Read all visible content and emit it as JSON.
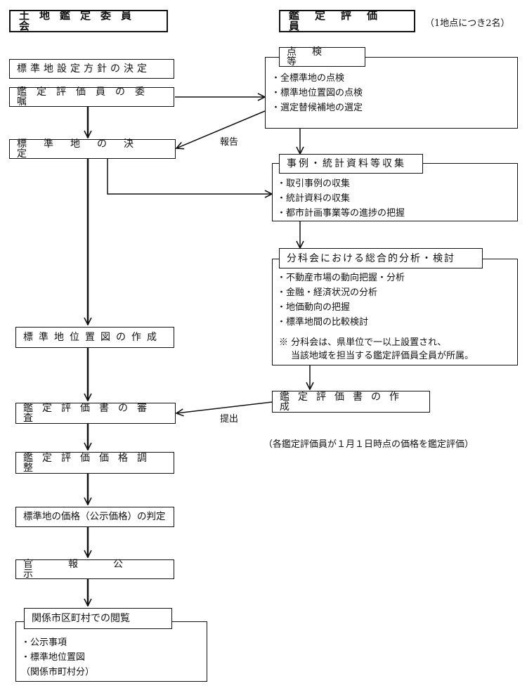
{
  "left_header": "土地鑑定委員会",
  "right_header": "鑑定評価員",
  "right_header_note": "（1地点につき2名）",
  "steps": {
    "policy": "標準地設定方針の決定",
    "commission": "鑑定評価員の委嘱",
    "decision": "標準地の決定",
    "map_creation": "標準地位置図の作成",
    "review": "鑑定評価書の審査",
    "adjustment": "鑑定評価価格調整",
    "judgment": "標準地の価格（公示価格）の判定",
    "gazette": "官報公示",
    "inspection_title": "関係市区町村での閲覧"
  },
  "inspection_items": [
    "・公示事項",
    "・標準地位置図",
    "（関係市町村分）"
  ],
  "check": {
    "title": "点検等",
    "items": [
      "・全標準地の点検",
      "・標準地位置図の点検",
      "・選定替候補地の選定"
    ]
  },
  "collect": {
    "title": "事例・統計資料等収集",
    "items": [
      "・取引事例の収集",
      "・統計資料の収集",
      "・都市計画事業等の進捗の把握"
    ]
  },
  "analysis": {
    "title": "分科会における総合的分析・検討",
    "items": [
      "・不動産市場の動向把握・分析",
      "・金融・経済状況の分析",
      "・地価動向の把握",
      "・標準地間の比較検討"
    ],
    "note_line1": "※ 分科会は、県単位で一以上設置され、",
    "note_line2": "当該地域を担当する鑑定評価員全員が所属。"
  },
  "report_creation": "鑑定評価書の作成",
  "report_creation_note": "（各鑑定評価員が１月１日時点の価格を鑑定評価）",
  "labels": {
    "report": "報告",
    "submit": "提出"
  }
}
